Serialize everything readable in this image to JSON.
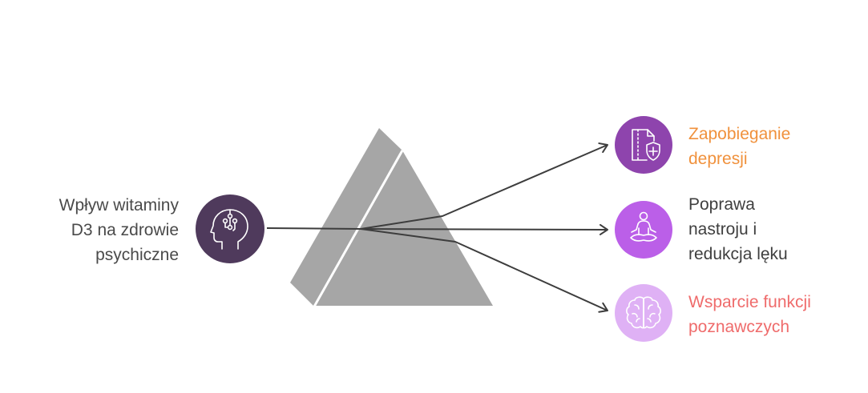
{
  "colors": {
    "source_circle": "#4f3a5c",
    "outcome_1_circle": "#8e44ad",
    "outcome_2_circle": "#bb5fe8",
    "outcome_3_circle": "#dfb1f5",
    "outcome_1_text": "#f0913c",
    "outcome_2_text": "#3f3f3f",
    "outcome_3_text": "#ef6b6b",
    "prism": "#a6a6a6",
    "arrows": "#3d3d3d"
  },
  "source": {
    "label_lines": [
      "Wpływ witaminy",
      "D3 na zdrowie",
      "psychiczne"
    ],
    "icon": "head-with-brain-circuit-icon"
  },
  "outcomes": [
    {
      "label_lines": [
        "Zapobieganie",
        "depresji"
      ],
      "icon": "document-with-shield-plus-icon"
    },
    {
      "label_lines": [
        "Poprawa",
        "nastroju i",
        "redukcja lęku"
      ],
      "icon": "meditating-person-icon"
    },
    {
      "label_lines": [
        "Wsparcie funkcji",
        "poznawczych"
      ],
      "icon": "brain-icon"
    }
  ]
}
